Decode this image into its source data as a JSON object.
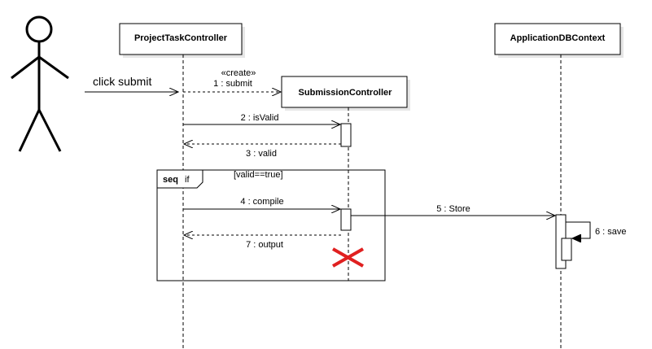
{
  "actor": {
    "message": "click submit"
  },
  "lifelines": {
    "project_task_controller": "ProjectTaskController",
    "submission_controller": "SubmissionController",
    "application_db_context": "ApplicationDBContext"
  },
  "messages": {
    "create_stereotype": "«create»",
    "m1": "1 : submit",
    "m2": "2 : isValid",
    "m3": "3 : valid",
    "m4": "4 : compile",
    "m5": "5 : Store",
    "m6": "6 : save",
    "m7": "7 : output"
  },
  "fragment": {
    "keyword": "seq",
    "name": "if",
    "guard": "[valid==true]"
  },
  "colors": {
    "destroy_mark": "#e02020",
    "box_shadow": "#e6e6e6"
  }
}
